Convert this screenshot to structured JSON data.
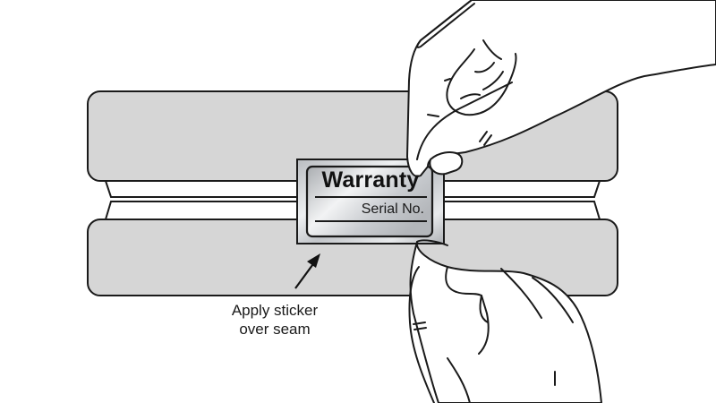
{
  "diagram": {
    "subject": "Applying a warranty sticker over a device seam",
    "sticker": {
      "title": "Warranty",
      "field_label": "Serial No."
    },
    "annotation": {
      "line1": "Apply sticker",
      "line2": "over seam"
    },
    "colors": {
      "housing_fill": "#d6d6d6",
      "outline": "#1a1a1a",
      "sticker_silver": "#c8cbcf",
      "background": "#ffffff"
    }
  }
}
